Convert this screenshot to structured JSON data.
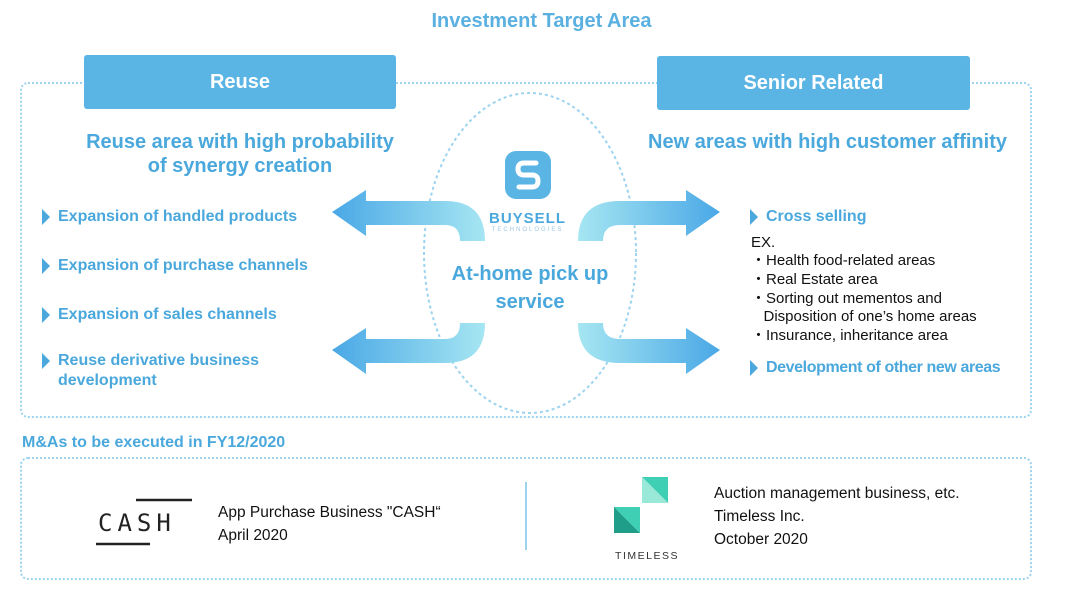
{
  "title": "Investment Target Area",
  "left": {
    "header": "Reuse",
    "subhead_line1": "Reuse area with high probability",
    "subhead_line2": "of synergy creation",
    "bullets": [
      "Expansion of handled products",
      "Expansion of purchase channels",
      "Expansion of sales channels",
      "Reuse derivative business",
      "development"
    ]
  },
  "right": {
    "header": "Senior Related",
    "subhead": "New areas with high customer affinity",
    "bullet_1": "Cross selling",
    "ex_label": "EX.",
    "ex_items": [
      "・Health food-related areas",
      "・Real Estate area",
      "・Sorting out mementos and",
      "   Disposition of one’s home areas",
      "・Insurance, inheritance area"
    ],
    "bullet_2": "Development of other new areas"
  },
  "center": {
    "logo_brand": "BUYSELL",
    "logo_sub": "TECHNOLOGIES",
    "service_line1": "At-home pick up",
    "service_line2": "service"
  },
  "ma": {
    "label": "M&As to be executed in FY12/2020",
    "cash": {
      "logo_text": "CASH",
      "line1": "App Purchase Business \"CASH“",
      "line2": "April 2020"
    },
    "timeless": {
      "logo_text": "TIMELESS",
      "line1": "Auction management business, etc.",
      "line2": "Timeless Inc.",
      "line3": "October 2020"
    }
  },
  "colors": {
    "accent": "#4aa8dc",
    "header_fill": "#5ab4e4",
    "arrow_dark": "#4aa8e6",
    "arrow_light": "#a6e6f2",
    "timeless_teal": "#3ecfb4"
  }
}
